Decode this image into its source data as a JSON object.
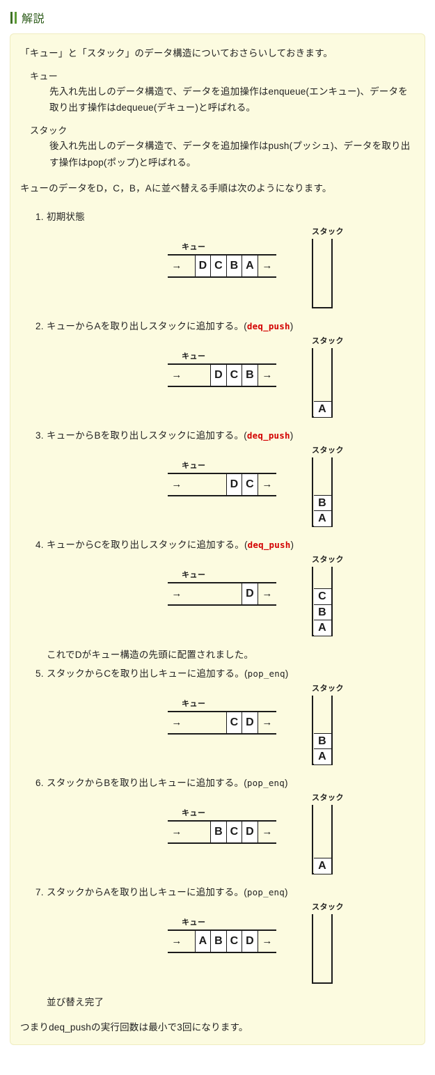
{
  "header": {
    "title": "解説",
    "marker_color": "#3f7026",
    "title_color": "#2f5d1c"
  },
  "box": {
    "background": "#fcfbe0",
    "border_color": "#efecc0"
  },
  "intro": {
    "lead": "「キュー」と「スタック」のデータ構造についておさらいしておきます。",
    "definitions": [
      {
        "term": "キュー",
        "desc": "先入れ先出しのデータ構造で、データを追加操作はenqueue(エンキュー)、データを取り出す操作はdequeue(デキュー)と呼ばれる。"
      },
      {
        "term": "スタック",
        "desc": "後入れ先出しのデータ構造で、データを追加操作はpush(プッシュ)、データを取り出す操作はpop(ポップ)と呼ばれる。"
      }
    ],
    "procedure_lead": "キューのデータをD，C，B，Aに並べ替える手順は次のようになります。"
  },
  "labels": {
    "queue": "キュー",
    "stack": "スタック",
    "arrow_in": "→",
    "arrow_out": "→"
  },
  "steps": [
    {
      "num": "1.",
      "text": "初期状態",
      "op": "",
      "op_style": "none",
      "open_paren": "",
      "close_paren": "",
      "queue": [
        "D",
        "C",
        "B",
        "A"
      ],
      "stack": []
    },
    {
      "num": "2.",
      "text": "キューからAを取り出しスタックに追加する。",
      "op": "deq_push",
      "op_style": "red",
      "open_paren": "(",
      "close_paren": ")",
      "queue": [
        "D",
        "C",
        "B"
      ],
      "stack": [
        "A"
      ]
    },
    {
      "num": "3.",
      "text": "キューからBを取り出しスタックに追加する。",
      "op": "deq_push",
      "op_style": "red",
      "open_paren": "(",
      "close_paren": ")",
      "queue": [
        "D",
        "C"
      ],
      "stack": [
        "B",
        "A"
      ]
    },
    {
      "num": "4.",
      "text": "キューからCを取り出しスタックに追加する。",
      "op": "deq_push",
      "op_style": "red",
      "open_paren": "(",
      "close_paren": ")",
      "queue": [
        "D"
      ],
      "stack": [
        "C",
        "B",
        "A"
      ],
      "after_note": "これでDがキュー構造の先頭に配置されました。"
    },
    {
      "num": "5.",
      "text": "スタックからCを取り出しキューに追加する。",
      "op": "pop_enq",
      "op_style": "plain",
      "open_paren": "(",
      "close_paren": ")",
      "queue": [
        "C",
        "D"
      ],
      "stack": [
        "B",
        "A"
      ]
    },
    {
      "num": "6.",
      "text": "スタックからBを取り出しキューに追加する。",
      "op": "pop_enq",
      "op_style": "plain",
      "open_paren": "(",
      "close_paren": ")",
      "queue": [
        "B",
        "C",
        "D"
      ],
      "stack": [
        "A"
      ]
    },
    {
      "num": "7.",
      "text": "スタックからAを取り出しキューに追加する。",
      "op": "pop_enq",
      "op_style": "plain",
      "open_paren": "(",
      "close_paren": ")",
      "queue": [
        "A",
        "B",
        "C",
        "D"
      ],
      "stack": [],
      "after_note": "並び替え完了"
    }
  ],
  "conclusion": "つまりdeq_pushの実行回数は最小で3回になります。",
  "chart_data": {
    "type": "diagram",
    "title": "キューとスタックによる並べ替え手順",
    "states": [
      {
        "step": 1,
        "queue": [
          "D",
          "C",
          "B",
          "A"
        ],
        "stack": []
      },
      {
        "step": 2,
        "queue": [
          "D",
          "C",
          "B"
        ],
        "stack": [
          "A"
        ]
      },
      {
        "step": 3,
        "queue": [
          "D",
          "C"
        ],
        "stack": [
          "B",
          "A"
        ]
      },
      {
        "step": 4,
        "queue": [
          "D"
        ],
        "stack": [
          "C",
          "B",
          "A"
        ]
      },
      {
        "step": 5,
        "queue": [
          "C",
          "D"
        ],
        "stack": [
          "B",
          "A"
        ]
      },
      {
        "step": 6,
        "queue": [
          "B",
          "C",
          "D"
        ],
        "stack": [
          "A"
        ]
      },
      {
        "step": 7,
        "queue": [
          "A",
          "B",
          "C",
          "D"
        ],
        "stack": []
      }
    ],
    "deq_push_count": 3,
    "pop_enq_count": 3
  }
}
